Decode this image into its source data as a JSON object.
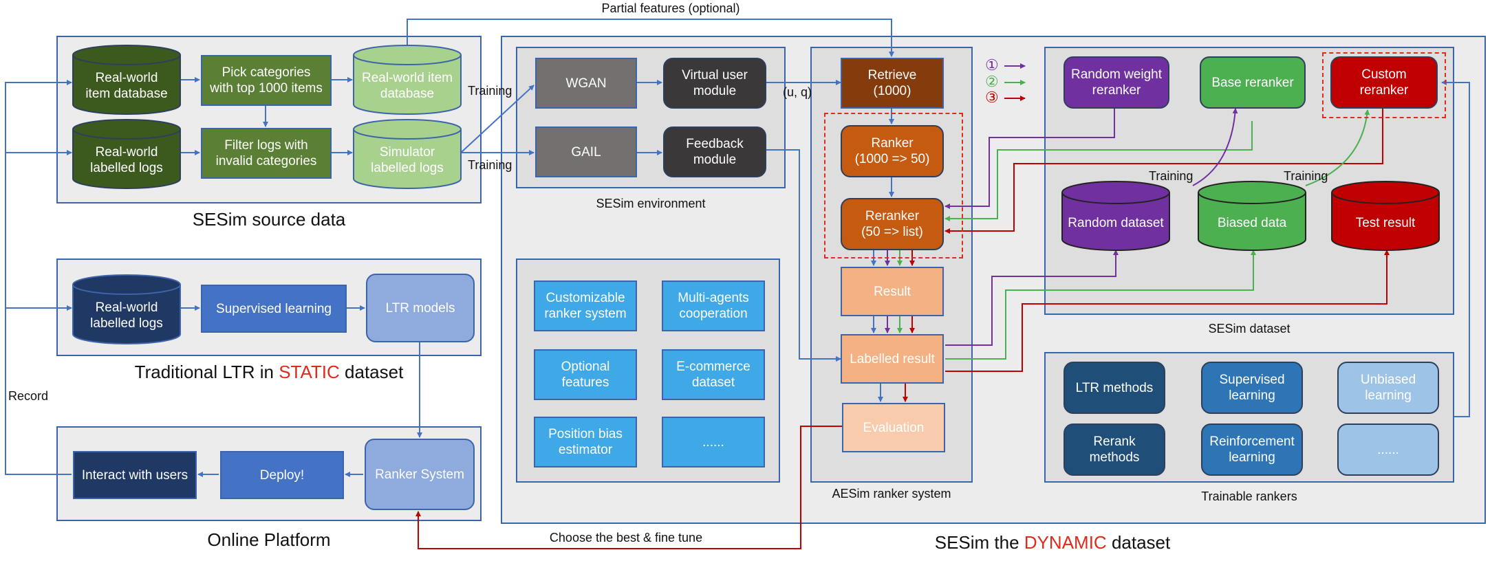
{
  "colors": {
    "dark_green": "#3d5a1e",
    "mid_green": "#5b7f35",
    "light_green": "#a9d18e",
    "navy": "#1f3864",
    "blue": "#4472c4",
    "light_blue": "#8faadc",
    "cyan": "#3fa9e8",
    "gray_box": "#757070",
    "charcoal": "#3a3838",
    "brown": "#843c0c",
    "orange": "#c55a11",
    "peach": "#f4b183",
    "purple": "#7030a0",
    "green": "#4caf50",
    "red": "#c00000",
    "arrow_blue": "#4472c4"
  },
  "top_label": "Partial features (optional)",
  "source": {
    "title": "SESim source data",
    "item_db": "Real-world\nitem database",
    "labelled_logs": "Real-world\nlabelled logs",
    "pick_categories": "Pick categories\nwith top 1000 items",
    "filter_logs": "Filter logs with\ninvalid categories",
    "realworld_item_db_out": "Real-world item\ndatabase",
    "simulator_logs": "Simulator\nlabelled logs"
  },
  "training_label_1": "Training",
  "training_label_2": "Training",
  "ltr": {
    "title_pre": "Traditional LTR in ",
    "title_red": "STATIC",
    "title_post": " dataset",
    "labelled_logs": "Real-world\nlabelled logs",
    "supervised": "Supervised learning",
    "models": "LTR models"
  },
  "record_label": "Record",
  "online": {
    "title": "Online Platform",
    "interact": "Interact with users",
    "deploy": "Deploy!",
    "ranker_system": "Ranker System"
  },
  "choose_label": "Choose the best & fine tune",
  "env": {
    "title": "SESim environment",
    "wgan": "WGAN",
    "virtual_user": "Virtual user\nmodule",
    "gail": "GAIL",
    "feedback": "Feedback\nmodule"
  },
  "uq_label": "(u, q)",
  "features": [
    "Customizable\nranker system",
    "Multi-agents\ncooperation",
    "Optional\nfeatures",
    "E-commerce\ndataset",
    "Position bias\nestimator",
    "......"
  ],
  "aesim": {
    "title": "AESim ranker system",
    "retrieve": "Retrieve\n(1000)",
    "ranker": "Ranker\n(1000 => 50)",
    "reranker": "Reranker\n(50 => list)",
    "result": "Result",
    "labelled_result": "Labelled result",
    "evaluation": "Evaluation"
  },
  "legend": [
    "①",
    "②",
    "③"
  ],
  "sesim_dataset": {
    "title": "SESim dataset",
    "random_weight": "Random weight\nreranker",
    "base": "Base reranker",
    "custom": "Custom\nreranker",
    "random_dataset": "Random dataset",
    "biased": "Biased data",
    "test_result": "Test result",
    "training_a": "Training",
    "training_b": "Training"
  },
  "trainable": {
    "title": "Trainable rankers",
    "items": [
      "LTR methods",
      "Supervised\nlearning",
      "Unbiased\nlearning",
      "Rerank\nmethods",
      "Reinforcement\nlearning",
      "......"
    ]
  },
  "dynamic": {
    "title_pre": "SESim the ",
    "title_red": "DYNAMIC",
    "title_post": " dataset"
  }
}
